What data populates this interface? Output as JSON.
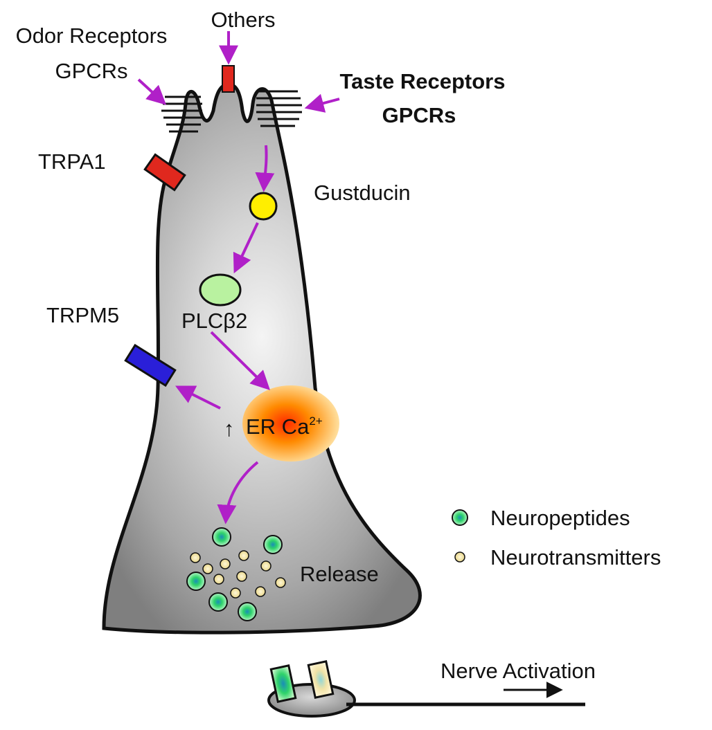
{
  "labels": {
    "odor_line1": "Odor Receptors",
    "odor_line2": "GPCRs",
    "others": "Others",
    "taste_line1": "Taste Receptors",
    "taste_line2": "GPCRs",
    "trpa1": "TRPA1",
    "gustducin": "Gustducin",
    "plcb2": "PLCβ2",
    "trpm5": "TRPM5",
    "er_ca_arrow": "↑",
    "er_ca": "ER Ca",
    "er_ca_sup": "2+",
    "release": "Release",
    "nerve_activation": "Nerve Activation"
  },
  "legend": {
    "items": [
      {
        "label": "Neuropeptides",
        "color": "#2fd36a"
      },
      {
        "label": "Neurotransmitters",
        "color": "#f1e3a6"
      }
    ]
  },
  "colors": {
    "arrow": "#b020c8",
    "trpa1": "#e0281e",
    "trpm5": "#2a1fd8",
    "others_channel": "#e0281e",
    "gustducin": "#ffee00",
    "plcb2": "#b9f2a0",
    "er_glow": "#ff8a00",
    "er_core": "#ff2a00",
    "neuropeptide": "#2fd36a",
    "neurotransmitter": "#f1e3a6"
  }
}
